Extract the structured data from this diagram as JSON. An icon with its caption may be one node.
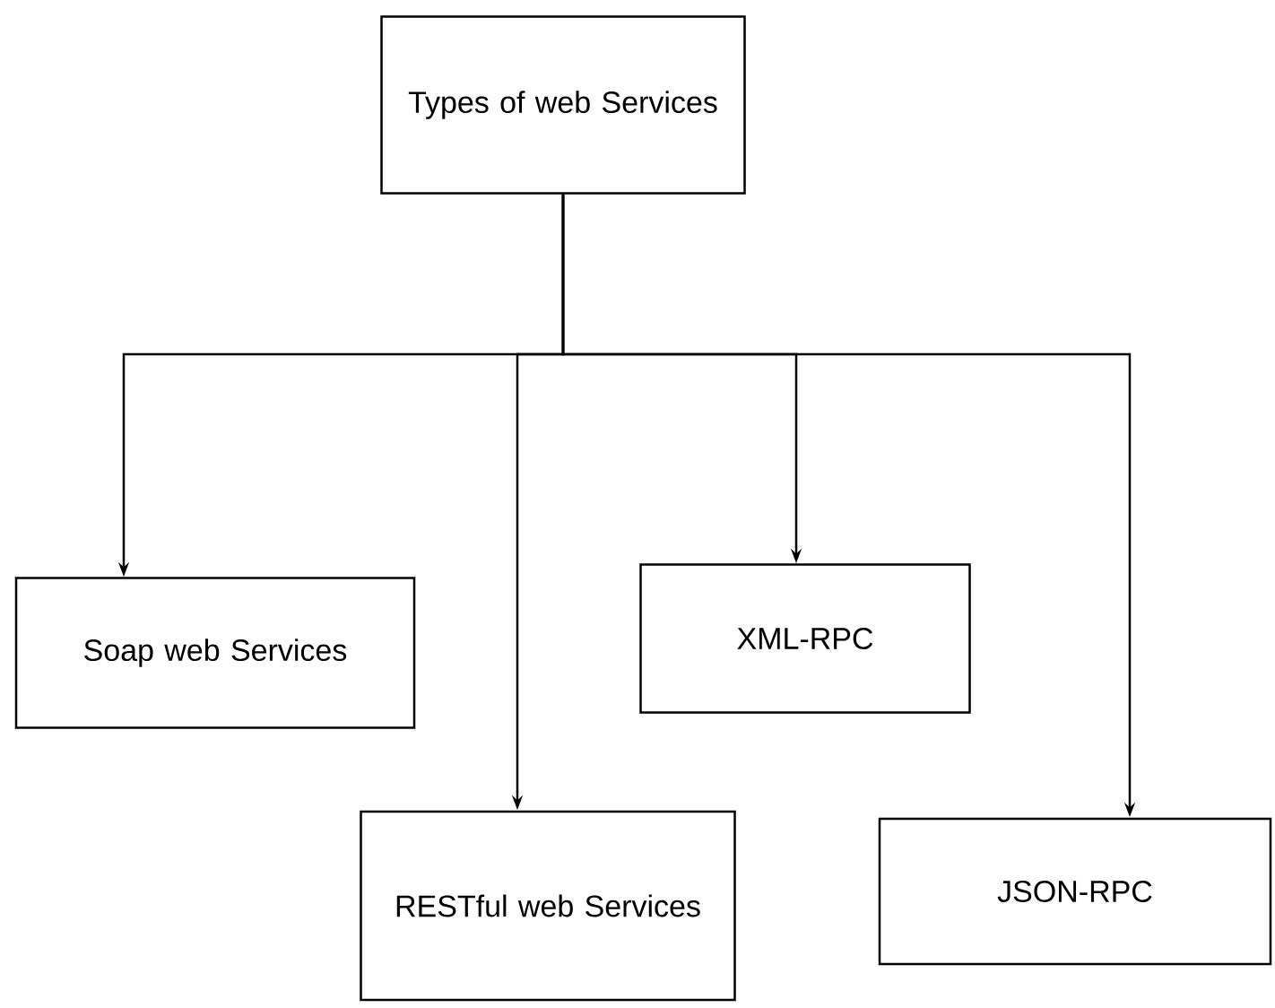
{
  "diagram": {
    "nodes": [
      {
        "text": [
          "Types of web Services"
        ]
      },
      {
        "text": [
          "Soap web Services"
        ]
      },
      {
        "text": [
          "RESTful web Services"
        ]
      },
      {
        "text": [
          "XML-RPC"
        ]
      },
      {
        "text": [
          "JSON-RPC"
        ]
      }
    ],
    "edges": [
      {
        "from": 0,
        "to": 1,
        "arrow": "to"
      },
      {
        "from": 0,
        "to": 2,
        "arrow": "to"
      },
      {
        "from": 0,
        "to": 3,
        "arrow": "to"
      },
      {
        "from": 0,
        "to": 4,
        "arrow": "to"
      }
    ]
  }
}
